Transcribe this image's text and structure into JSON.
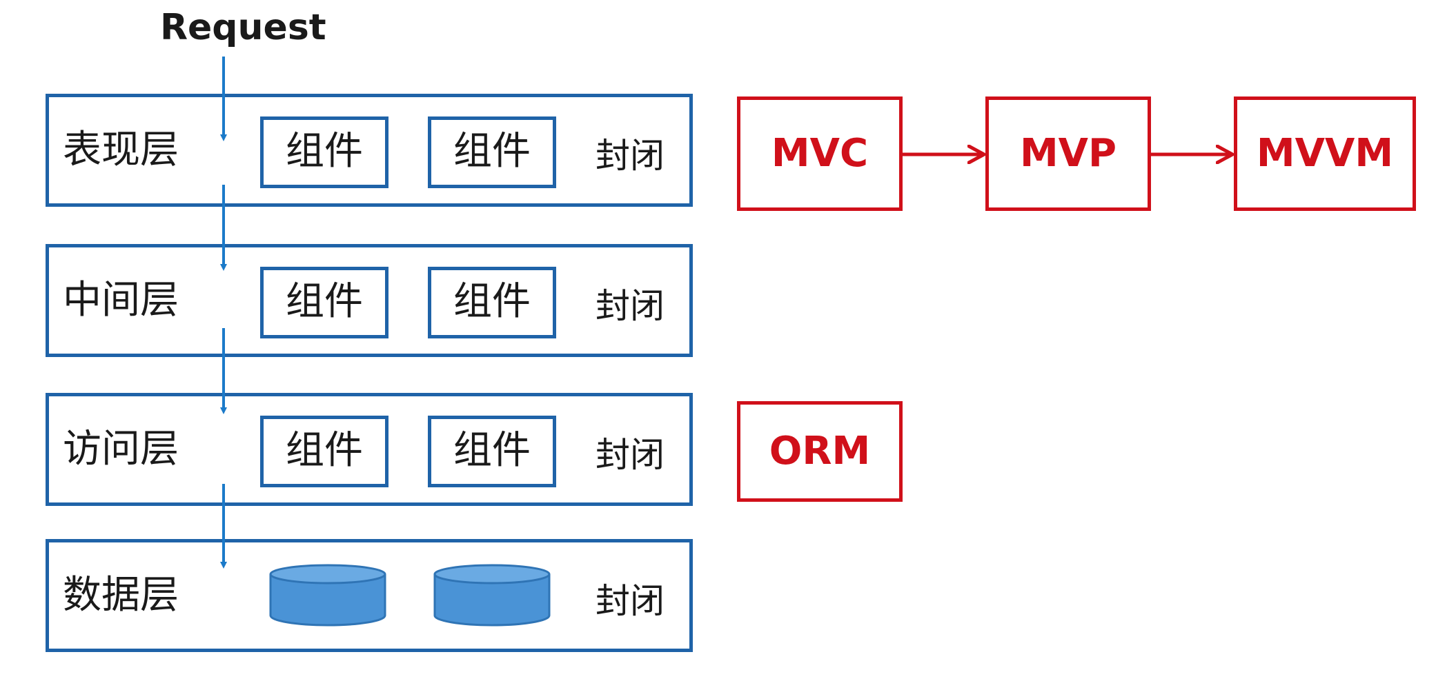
{
  "request": {
    "label": "Request"
  },
  "layers": [
    {
      "name": "表现层",
      "components": [
        "组件",
        "组件"
      ],
      "closed": "封闭"
    },
    {
      "name": "中间层",
      "components": [
        "组件",
        "组件"
      ],
      "closed": "封闭"
    },
    {
      "name": "访问层",
      "components": [
        "组件",
        "组件"
      ],
      "closed": "封闭"
    },
    {
      "name": "数据层",
      "databases": [
        "database-cylinder",
        "database-cylinder"
      ],
      "closed": "封闭"
    }
  ],
  "patterns": {
    "evolution": [
      "MVC",
      "MVP",
      "MVVM"
    ],
    "orm": "ORM"
  },
  "colors": {
    "layer_border": "#1f63a8",
    "flow_arrow": "#1b7ac9",
    "database_fill": "#4a93d6",
    "pattern_red": "#d0101a"
  }
}
